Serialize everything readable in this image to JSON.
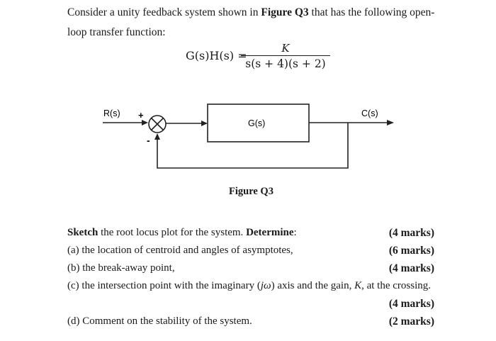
{
  "intro": {
    "text_a": "Consider a unity feedback system shown in ",
    "figure_ref": "Figure Q3",
    "text_b": " that has the following open-",
    "line2": "loop transfer function:"
  },
  "equation": {
    "lhs": "G(s)H(s) =",
    "numerator": "K",
    "denominator": "s(s + 4)(s + 2)"
  },
  "diagram": {
    "input_label": "R(s)",
    "output_label": "C(s)",
    "block_label": "G(s)",
    "plus_sign": "+",
    "minus_sign": "-",
    "caption": "Figure Q3"
  },
  "questions": {
    "intro_bold_1": "Sketch",
    "intro_text": " the root locus plot for the system. ",
    "intro_bold_2": "Determine",
    "intro_colon": ":",
    "intro_marks": "(4 marks)",
    "a_text": "(a) the location of centroid and angles of asymptotes,",
    "a_marks": "(6 marks)",
    "b_text": "(b) the break-away point,",
    "b_marks": "(4 marks)",
    "c_text_1": "(c) the intersection point with the imaginary (",
    "c_jw": "jω",
    "c_text_2": ") axis and the gain, ",
    "c_K": "K",
    "c_text_3": ", at the crossing.",
    "c_marks": "(4 marks)",
    "d_text": "(d) Comment on the stability of the system.",
    "d_marks": "(2 marks)"
  }
}
